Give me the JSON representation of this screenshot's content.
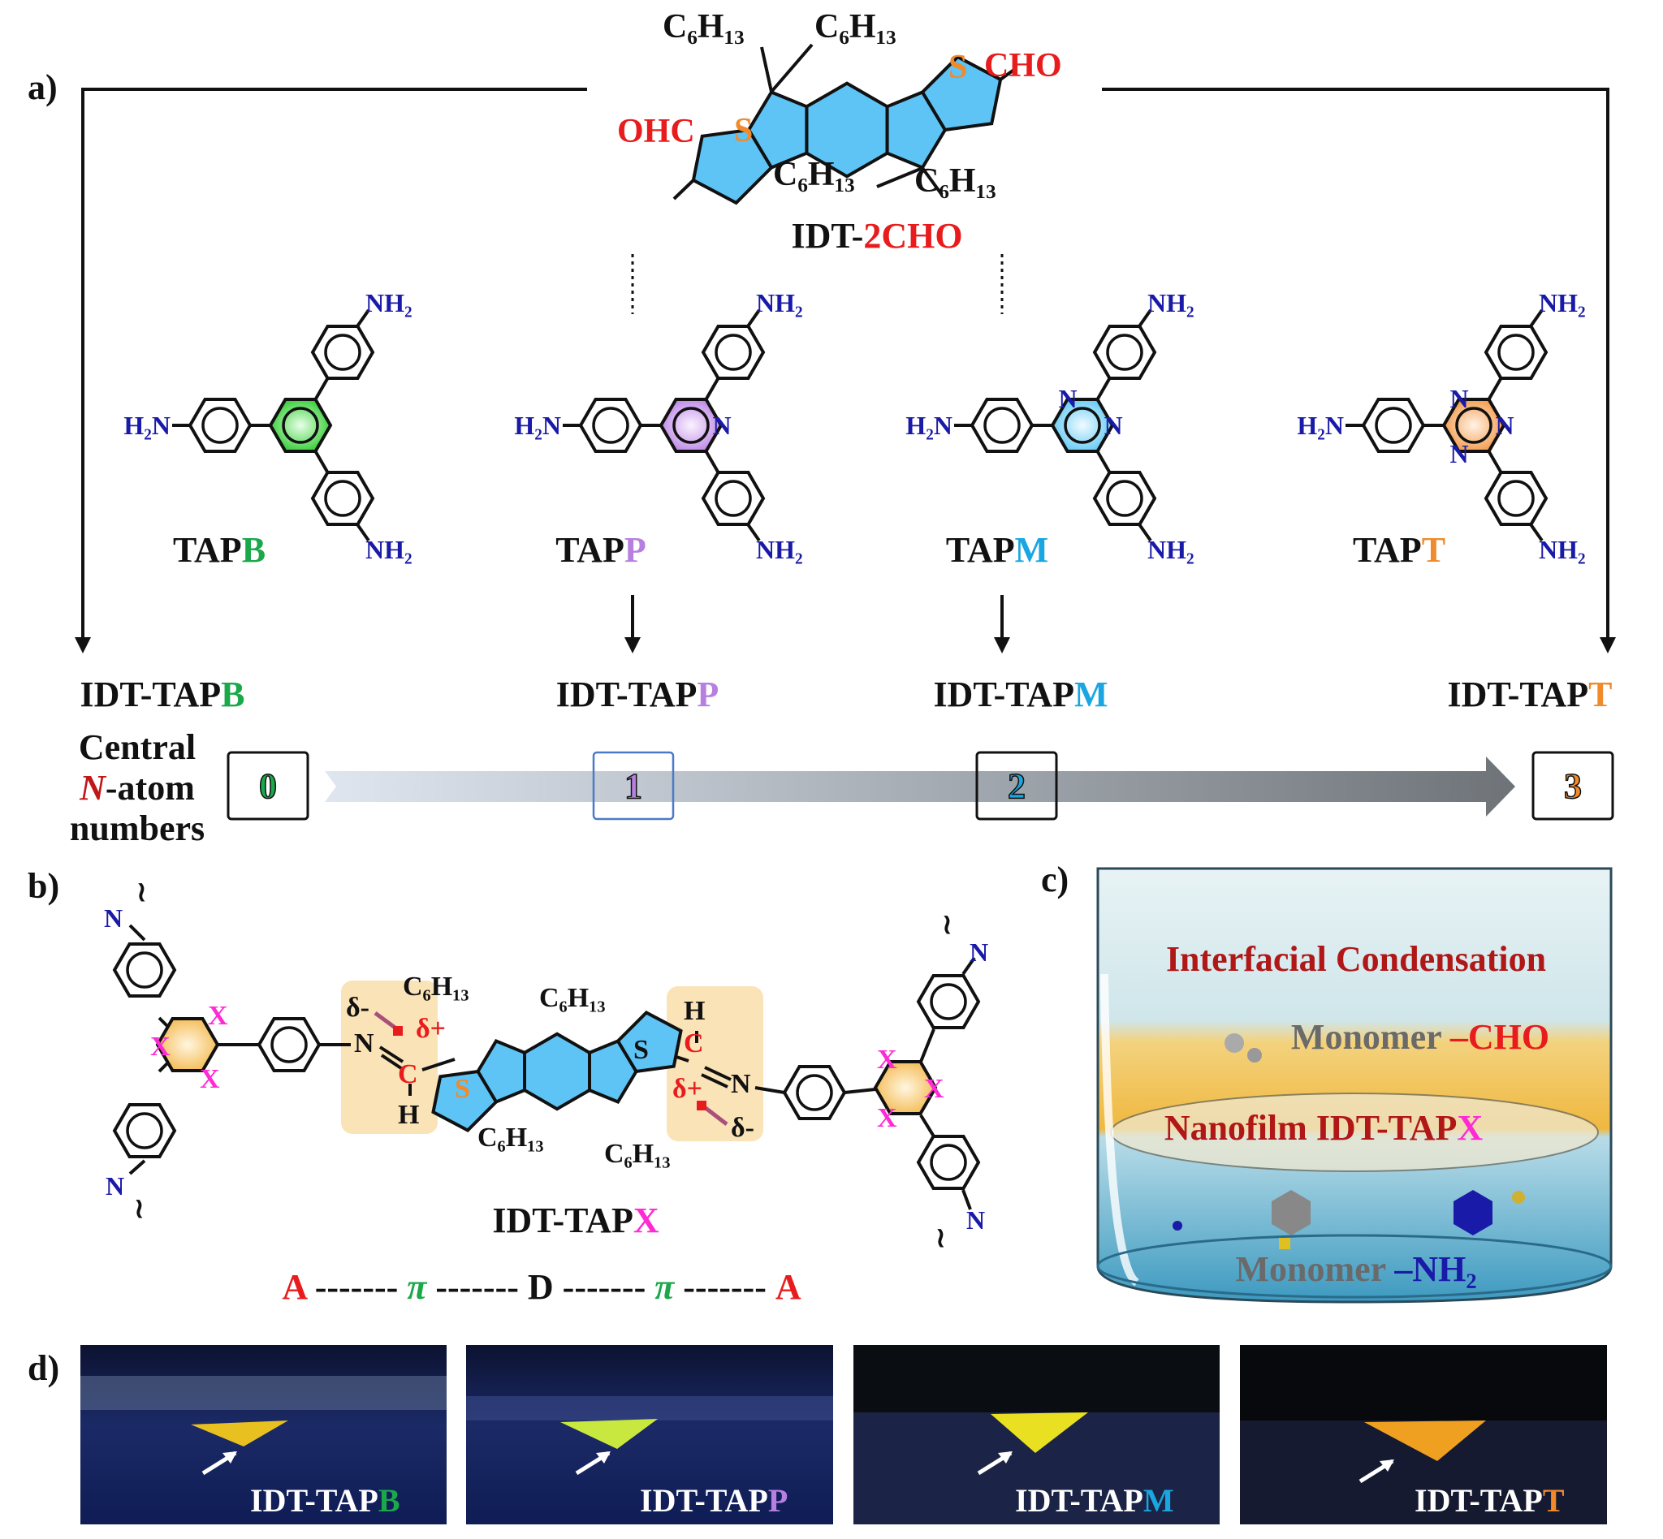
{
  "panel_labels": {
    "a": "a)",
    "b": "b)",
    "c": "c)",
    "d": "d)"
  },
  "idt2cho": {
    "alkyl": "C₆H₁₃",
    "ohc": "OHC",
    "cho": "CHO",
    "s": "S",
    "name_prefix": "IDT-",
    "name_suffix": "2CHO"
  },
  "monomers": [
    {
      "prefix": "TAP",
      "suffix": "B",
      "color": "#1aa84a",
      "n_atoms": ""
    },
    {
      "prefix": "TAP",
      "suffix": "P",
      "color": "#b77fe0",
      "n_atoms": "N"
    },
    {
      "prefix": "TAP",
      "suffix": "M",
      "color": "#1aa6e0",
      "n_atoms": "N"
    },
    {
      "prefix": "TAP",
      "suffix": "T",
      "color": "#f08a2a",
      "n_atoms": "N"
    }
  ],
  "amine": {
    "h2n": "H₂N",
    "nh2": "NH₂",
    "n": "N"
  },
  "products": [
    {
      "prefix": "IDT-TAP",
      "suffix": "B"
    },
    {
      "prefix": "IDT-TAP",
      "suffix": "P"
    },
    {
      "prefix": "IDT-TAP",
      "suffix": "M"
    },
    {
      "prefix": "IDT-TAP",
      "suffix": "T"
    }
  ],
  "n_atom_scale": {
    "label_line1": "Central",
    "label_n": "N",
    "label_line2": "-atom",
    "label_line3": "numbers",
    "values": [
      "0",
      "1",
      "2",
      "3"
    ]
  },
  "structure_b": {
    "x": "X",
    "n": "N",
    "c": "C",
    "h": "H",
    "s": "S",
    "delta_minus": "δ-",
    "delta_plus": "δ+",
    "alkyl": "C₆H₁₃",
    "name_prefix": "IDT-TAP",
    "name_suffix": "X",
    "da_a": "A",
    "da_pi": "π",
    "da_d": "D",
    "da_dash": "-------"
  },
  "beaker": {
    "title": "Interfacial Condensation",
    "monomer_cho_prefix": "Monomer ",
    "monomer_cho_suffix": "–CHO",
    "nanofilm_prefix": "Nanofilm IDT-TAP",
    "nanofilm_suffix": "X",
    "monomer_nh2_prefix": "Monomer ",
    "monomer_nh2_suffix": "–NH₂"
  },
  "photos": [
    {
      "prefix": "IDT-TAP",
      "suffix": "B"
    },
    {
      "prefix": "IDT-TAP",
      "suffix": "P"
    },
    {
      "prefix": "IDT-TAP",
      "suffix": "M"
    },
    {
      "prefix": "IDT-TAP",
      "suffix": "T"
    }
  ],
  "colors": {
    "red": "#e81c1c",
    "magenta": "#ff2ad4",
    "blue": "#1a1aa8",
    "green": "#1aa84a",
    "purple": "#b77fe0",
    "cyan": "#1aa6e0",
    "orange": "#f08a2a"
  }
}
